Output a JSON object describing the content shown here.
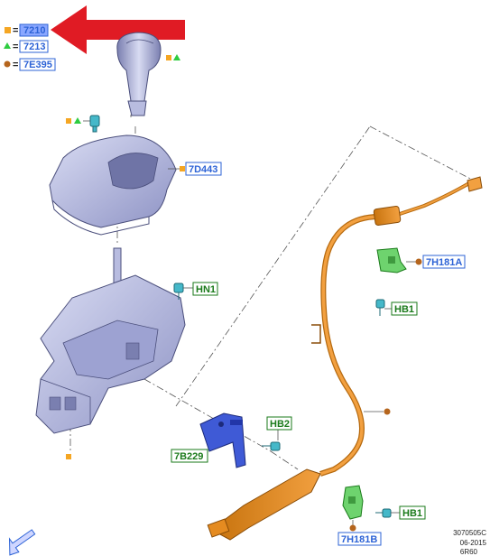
{
  "legend": [
    {
      "symbol": "square",
      "color": "#f5a623",
      "code": "7210",
      "highlighted": true
    },
    {
      "symbol": "triangle",
      "color": "#2ecc40",
      "code": "7213",
      "highlighted": false
    },
    {
      "symbol": "circle",
      "color": "#b5651d",
      "code": "7E395",
      "highlighted": false
    }
  ],
  "legend_separator": "=",
  "callouts": {
    "knob_cover": "7D443",
    "pin": "HN1",
    "bracket_upper": "7H181A",
    "bolt_upper": "HB1",
    "bolt_mid": "HB2",
    "bracket_blue": "7B229",
    "bolt_lower": "HB1",
    "bracket_lower": "7H181B"
  },
  "callout_colors": {
    "ford_part": "#2d63d6",
    "hardware": "#1a7a1a",
    "highlight_fill": "#8aa7ff"
  },
  "arrow_color": "#e01b24",
  "stamp": {
    "id": "3070505C",
    "date": "06-2015",
    "model": "6R60"
  },
  "icons": [
    "red-pointer-arrow-icon",
    "view-direction-arrow-icon"
  ]
}
